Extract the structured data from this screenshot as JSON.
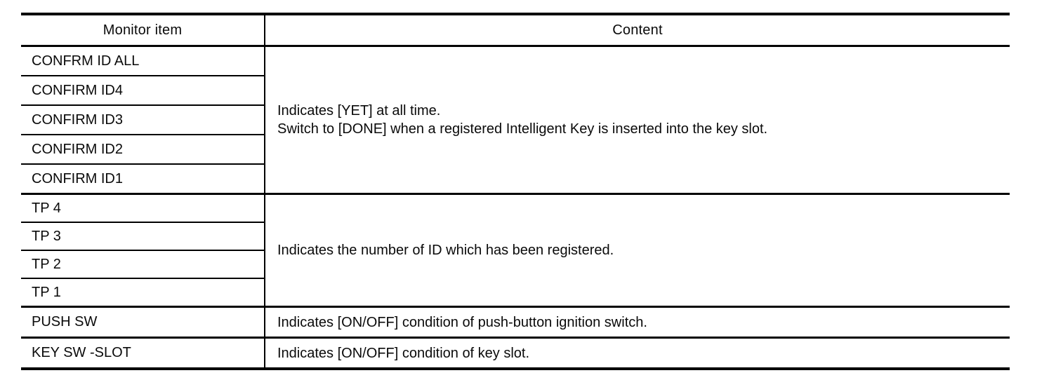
{
  "table": {
    "columns": [
      "Monitor item",
      "Content"
    ],
    "groups": [
      {
        "items": [
          "CONFRM ID ALL",
          "CONFIRM ID4",
          "CONFIRM ID3",
          "CONFIRM ID2",
          "CONFIRM ID1"
        ],
        "lines": [
          "Indicates [YET] at all time.",
          "Switch to [DONE] when a registered Intelligent Key is inserted into the key slot."
        ]
      },
      {
        "items": [
          "TP 4",
          "TP 3",
          "TP 2",
          "TP 1"
        ],
        "lines": [
          "Indicates the number of ID which has been registered."
        ]
      },
      {
        "items": [
          "PUSH SW"
        ],
        "lines": [
          "Indicates [ON/OFF] condition of push-button ignition switch."
        ]
      },
      {
        "items": [
          "KEY SW -SLOT"
        ],
        "lines": [
          "Indicates [ON/OFF] condition of key slot."
        ]
      }
    ],
    "colors": {
      "border": "#000000",
      "text": "#0a0a0a",
      "background": "#ffffff"
    }
  }
}
